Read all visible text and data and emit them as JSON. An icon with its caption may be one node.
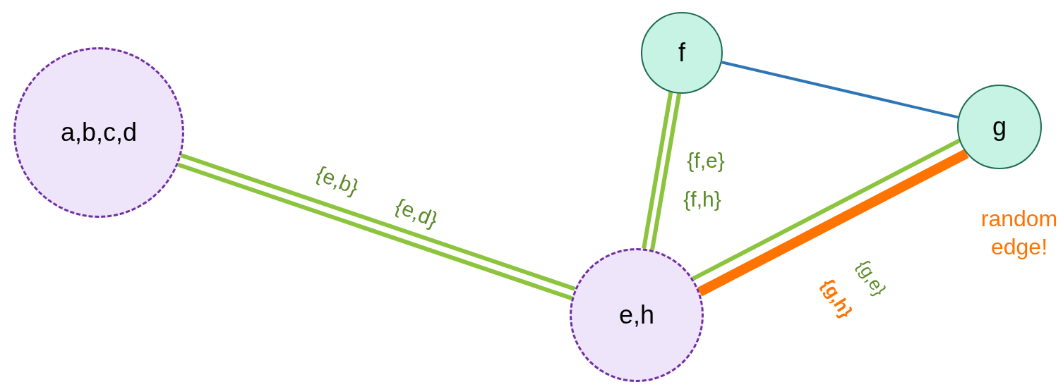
{
  "diagram": {
    "nodes": [
      {
        "text": [
          "a,b,c,d"
        ]
      },
      {
        "text": [
          "e,h"
        ]
      },
      {
        "text": [
          "f"
        ]
      },
      {
        "text": [
          "g"
        ]
      }
    ],
    "edges": [
      {
        "from": 0,
        "to": 1,
        "arrow": "none",
        "label": "{e,b}"
      },
      {
        "from": 0,
        "to": 1,
        "arrow": "none",
        "label": "{e,d}"
      },
      {
        "from": 2,
        "to": 1,
        "arrow": "none",
        "label": "{f,e}"
      },
      {
        "from": 2,
        "to": 1,
        "arrow": "none",
        "label": "{f,h}"
      },
      {
        "from": 3,
        "to": 1,
        "arrow": "none",
        "label": "{g,e}"
      },
      {
        "from": 3,
        "to": 1,
        "arrow": "none",
        "label": "{g,h}",
        "style": "thick",
        "color": "#ff7300"
      },
      {
        "from": 2,
        "to": 3,
        "arrow": "none",
        "color": "#2e75b6"
      }
    ],
    "labels": [
      "random edge!"
    ]
  }
}
